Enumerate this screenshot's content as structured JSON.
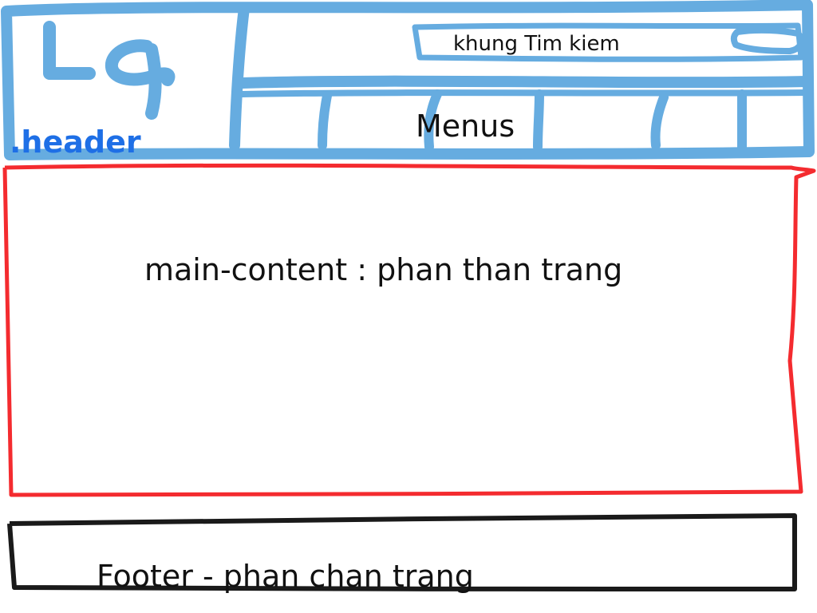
{
  "header": {
    "label": ".header",
    "logo_text": "Lq",
    "search_label": "khung Tim kiem",
    "menu_label": "Menus"
  },
  "main": {
    "label": "main-content : phan than trang"
  },
  "footer": {
    "label": "Footer - phan chan trang"
  },
  "colors": {
    "header_stroke": "#66ace0",
    "header_text": "#1e6fe6",
    "main_stroke": "#f42b2f",
    "footer_stroke": "#1a1a1a",
    "text": "#111111"
  }
}
